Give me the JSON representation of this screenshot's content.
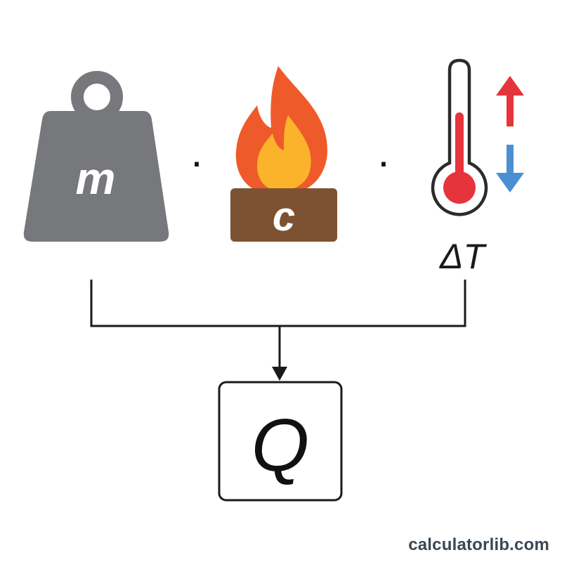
{
  "variables": {
    "mass": {
      "symbol": "m",
      "icon": "weight-icon",
      "color": "#77787b"
    },
    "specific_heat": {
      "symbol": "c",
      "icon": "flame-icon",
      "base_color": "#7d5233",
      "flame_outer_color": "#ef5a2a",
      "flame_inner_color": "#fbb32c"
    },
    "temperature_change": {
      "symbol": "ΔT",
      "icon": "thermometer-icon",
      "mercury_color": "#e5343c",
      "up_arrow_color": "#e5343c",
      "down_arrow_color": "#4a8fd1"
    }
  },
  "operators": {
    "multiply_1": "·",
    "multiply_2": "·"
  },
  "result": {
    "symbol": "Q"
  },
  "footer": {
    "site": "calculatorlib.com"
  }
}
